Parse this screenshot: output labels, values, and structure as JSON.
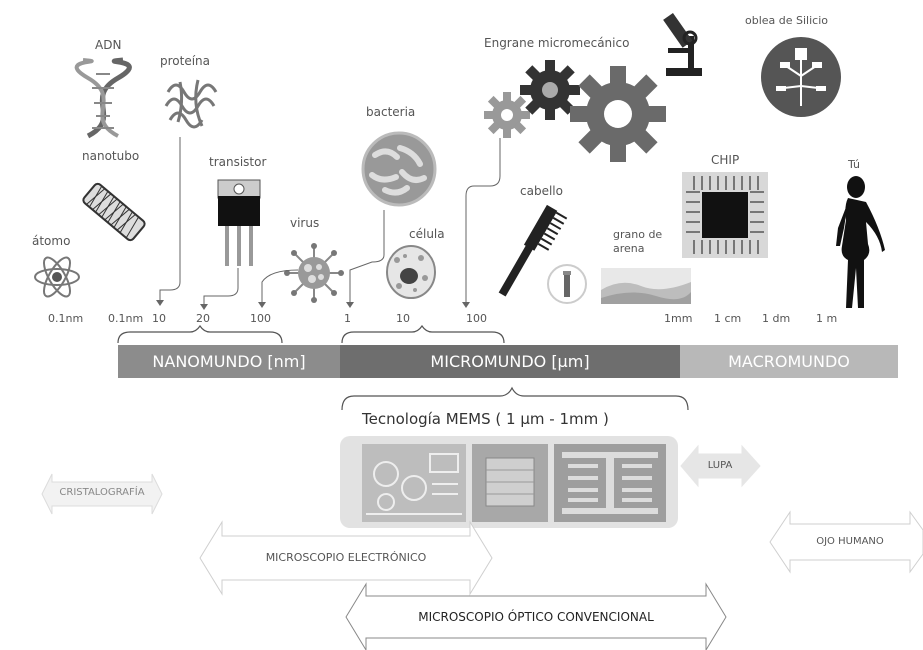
{
  "objects": {
    "adn": "ADN",
    "proteina": "proteína",
    "nanotubo": "nanotubo",
    "transistor": "transistor",
    "atomo": "átomo",
    "virus": "virus",
    "bacteria": "bacteria",
    "celula": "célula",
    "engrane": "Engrane micromecánico",
    "cabello": "cabello",
    "grano": "grano de\narena",
    "chip": "CHIP",
    "oblea": "oblea de Silicio",
    "tu": "Tú"
  },
  "ticks": [
    "0.1nm",
    "0.1nm",
    "10",
    "20",
    "100",
    "1",
    "10",
    "100",
    "1mm",
    "1 cm",
    "1 dm",
    "1 m"
  ],
  "scale_bars": {
    "nano": "NANOMUNDO [nm]",
    "micro": "MICROMUNDO [µm]",
    "macro": "MACROMUNDO"
  },
  "mems": {
    "title": "Tecnología MEMS ( 1 µm - 1mm )"
  },
  "instruments": {
    "cristalografia": "CRISTALOGRAFÍA",
    "lupa": "LUPA",
    "ojo": "OJO HUMANO",
    "electronico": "MICROSCOPIO ELECTRÓNICO",
    "optico": "MICROSCOPIO ÓPTICO CONVENCIONAL"
  },
  "colors": {
    "nano_bar": "#8c8c8c",
    "micro_bar": "#6e6e6e",
    "macro_bar": "#b8b8b8",
    "gear": "#777777"
  }
}
